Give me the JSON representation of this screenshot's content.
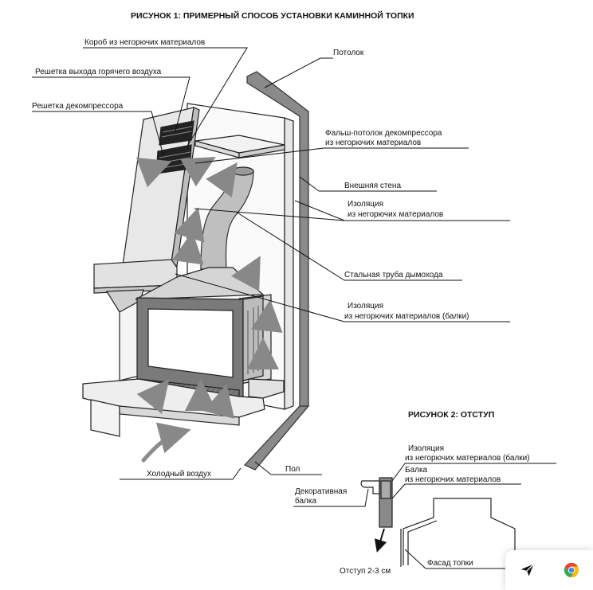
{
  "figure1": {
    "title": "РИСУНОК 1: ПРИМЕРНЫЙ СПОСОБ УСТАНОВКИ КАМИННОЙ ТОПКИ",
    "labels": {
      "box": "Короб из негорючих материалов",
      "hot_air_grille": "Решетка выхода горячего воздуха",
      "decompressor_grille": "Решетка декомпрессора",
      "ceiling": "Потолок",
      "false_ceiling_1": "Фальш-потолок декомпрессора",
      "false_ceiling_2": "из негорючих материалов",
      "outer_wall": "Внешняя стена",
      "insulation_1": "Изоляция",
      "insulation_2": "из негорючих материалов",
      "steel_pipe": "Стальная труба дымохода",
      "insulation_beams_1": "Изоляция",
      "insulation_beams_2": "из негорючих материалов (балки)",
      "cold_air": "Холодный воздух",
      "floor": "Пол"
    }
  },
  "figure2": {
    "title": "РИСУНОК 2: ОТСТУП",
    "labels": {
      "insulation_1": "Изоляция",
      "insulation_2": "из негорючих материалов (балки)",
      "beam_1": "Балка",
      "beam_2": "из негорючих материалов",
      "deco_beam_1": "Декоративная",
      "deco_beam_2": "балка",
      "offset": "Отступ 2-3 см",
      "facade": "Фасад топки"
    }
  },
  "toolbar": {
    "send_icon": "paper-plane-icon",
    "browser_icon": "chrome-icon",
    "colors": {
      "red": "#ea4335",
      "yellow": "#fbbc05",
      "green": "#34a853",
      "blue": "#4285f4"
    }
  }
}
